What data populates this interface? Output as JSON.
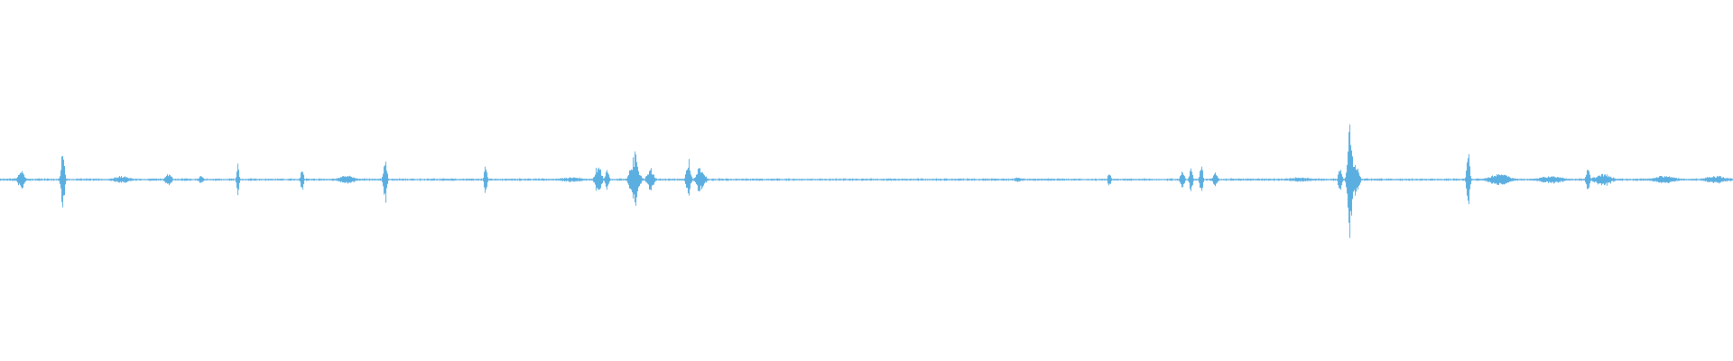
{
  "waveform": {
    "color": "#5aaee0",
    "background": "#ffffff",
    "amplitude_range": [
      -1,
      1
    ],
    "duration_fraction_range": [
      0,
      1
    ],
    "baseline_noise": 0.006,
    "bursts": [
      {
        "t": 0.012,
        "amp": 0.08,
        "spread": 0.0015
      },
      {
        "t": 0.036,
        "amp": 0.28,
        "spread": 0.0008
      },
      {
        "t": 0.07,
        "amp": 0.03,
        "spread": 0.004
      },
      {
        "t": 0.097,
        "amp": 0.05,
        "spread": 0.0015
      },
      {
        "t": 0.116,
        "amp": 0.04,
        "spread": 0.001
      },
      {
        "t": 0.137,
        "amp": 0.12,
        "spread": 0.0006
      },
      {
        "t": 0.174,
        "amp": 0.1,
        "spread": 0.0007
      },
      {
        "t": 0.2,
        "amp": 0.03,
        "spread": 0.004
      },
      {
        "t": 0.222,
        "amp": 0.21,
        "spread": 0.0008
      },
      {
        "t": 0.28,
        "amp": 0.12,
        "spread": 0.0007
      },
      {
        "t": 0.33,
        "amp": 0.02,
        "spread": 0.006
      },
      {
        "t": 0.345,
        "amp": 0.12,
        "spread": 0.0015
      },
      {
        "t": 0.35,
        "amp": 0.08,
        "spread": 0.001
      },
      {
        "t": 0.366,
        "amp": 0.2,
        "spread": 0.002
      },
      {
        "t": 0.375,
        "amp": 0.1,
        "spread": 0.0015
      },
      {
        "t": 0.397,
        "amp": 0.17,
        "spread": 0.001
      },
      {
        "t": 0.404,
        "amp": 0.1,
        "spread": 0.002
      },
      {
        "t": 0.587,
        "amp": 0.02,
        "spread": 0.002
      },
      {
        "t": 0.64,
        "amp": 0.06,
        "spread": 0.0008
      },
      {
        "t": 0.682,
        "amp": 0.07,
        "spread": 0.001
      },
      {
        "t": 0.687,
        "amp": 0.1,
        "spread": 0.0008
      },
      {
        "t": 0.693,
        "amp": 0.15,
        "spread": 0.0007
      },
      {
        "t": 0.701,
        "amp": 0.06,
        "spread": 0.001
      },
      {
        "t": 0.75,
        "amp": 0.02,
        "spread": 0.006
      },
      {
        "t": 0.773,
        "amp": 0.12,
        "spread": 0.0008
      },
      {
        "t": 0.779,
        "amp": 0.45,
        "spread": 0.0012
      },
      {
        "t": 0.782,
        "amp": 0.15,
        "spread": 0.0015
      },
      {
        "t": 0.847,
        "amp": 0.24,
        "spread": 0.0008
      },
      {
        "t": 0.865,
        "amp": 0.05,
        "spread": 0.005
      },
      {
        "t": 0.895,
        "amp": 0.03,
        "spread": 0.006
      },
      {
        "t": 0.916,
        "amp": 0.12,
        "spread": 0.0008
      },
      {
        "t": 0.925,
        "amp": 0.05,
        "spread": 0.004
      },
      {
        "t": 0.96,
        "amp": 0.03,
        "spread": 0.006
      },
      {
        "t": 0.99,
        "amp": 0.03,
        "spread": 0.006
      }
    ]
  }
}
